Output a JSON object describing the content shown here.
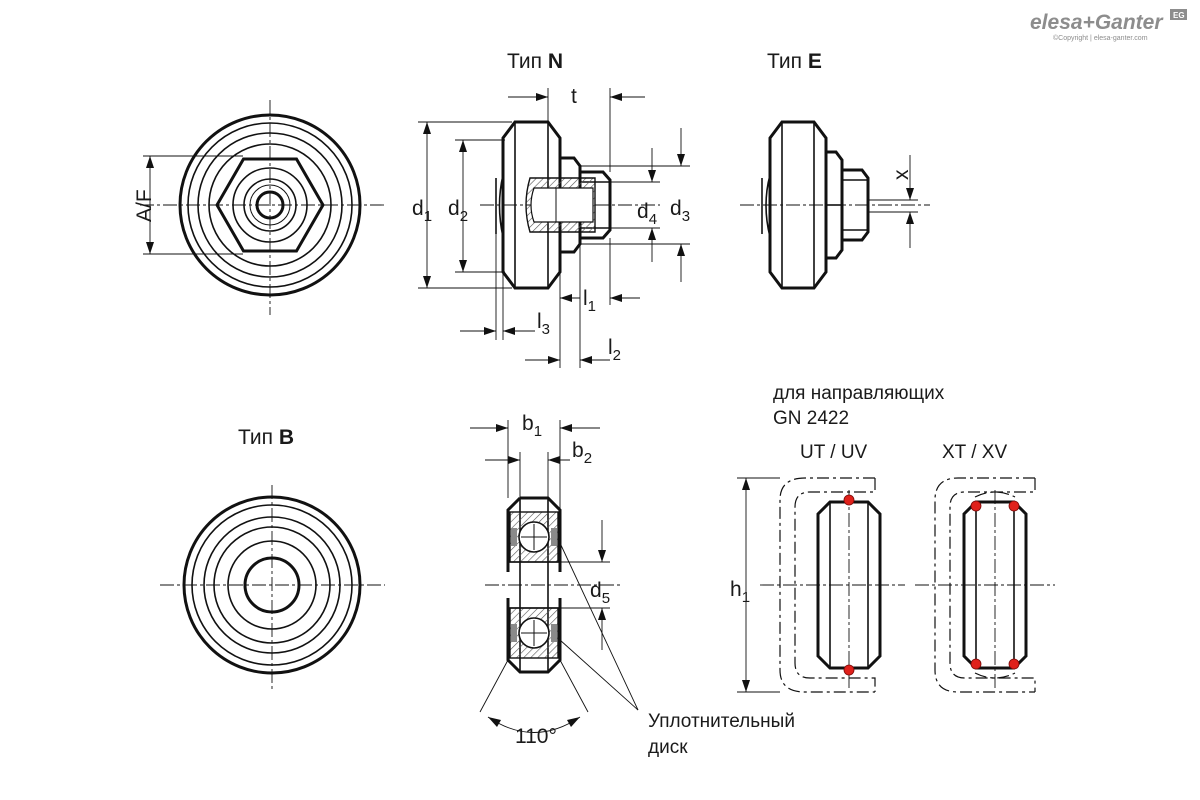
{
  "brand": {
    "logo_text": "elesa+Ganter",
    "badge": "EG",
    "copyright": "©Copyright | elesa-ganter.com"
  },
  "views": {
    "type_n": {
      "prefix": "Тип",
      "letter": "N"
    },
    "type_e": {
      "prefix": "Тип",
      "letter": "E"
    },
    "type_b": {
      "prefix": "Тип",
      "letter": "B"
    }
  },
  "dimensions": {
    "af": "A/F",
    "t": "t",
    "x": "x",
    "d1": {
      "base": "d",
      "sub": "1"
    },
    "d2": {
      "base": "d",
      "sub": "2"
    },
    "d3": {
      "base": "d",
      "sub": "3"
    },
    "d4": {
      "base": "d",
      "sub": "4"
    },
    "d5": {
      "base": "d",
      "sub": "5"
    },
    "l1": {
      "base": "l",
      "sub": "1"
    },
    "l2": {
      "base": "l",
      "sub": "2"
    },
    "l3": {
      "base": "l",
      "sub": "3"
    },
    "b1": {
      "base": "b",
      "sub": "1"
    },
    "b2": {
      "base": "b",
      "sub": "2"
    },
    "h1": {
      "base": "h",
      "sub": "1"
    },
    "angle": "110°"
  },
  "guides": {
    "heading_line1": "для направляющих",
    "heading_line2": "GN 2422",
    "profile_ut": "UT / UV",
    "profile_xt": "XT / XV"
  },
  "callout": {
    "line1": "Уплотнительный",
    "line2": "диск"
  }
}
